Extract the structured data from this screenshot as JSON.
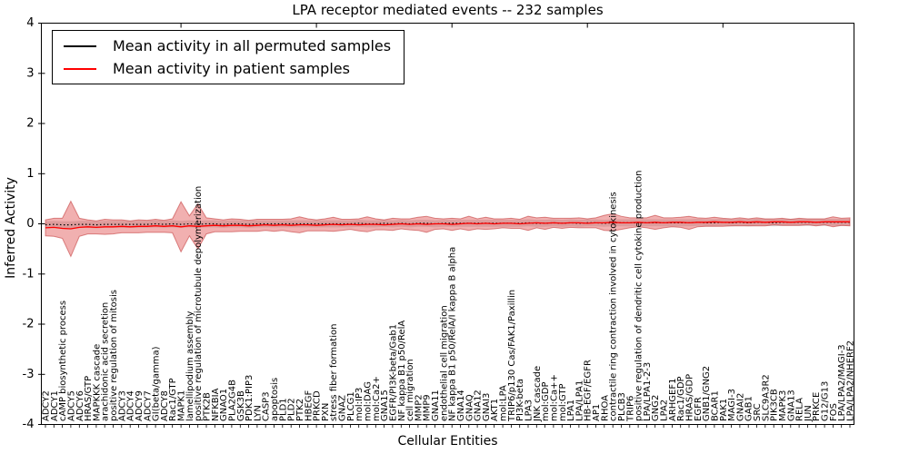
{
  "title": "LPA receptor mediated events -- 232 samples",
  "axes": {
    "ylabel": "Inferred Activity",
    "xlabel": "Cellular Entities",
    "ylim": [
      -4,
      4
    ],
    "yticks": [
      4,
      3,
      2,
      1,
      0,
      -1,
      -2,
      -3,
      -4
    ],
    "grid": false,
    "legend_position": "upper-left"
  },
  "legend": {
    "entries": [
      {
        "label": "Mean activity in all permuted samples",
        "color": "#000000"
      },
      {
        "label": "Mean activity in patient samples",
        "color": "#ff0000"
      }
    ]
  },
  "colors": {
    "patient_line": "#ff0000",
    "permuted_line": "#000000",
    "patient_band_fill": "#e05050",
    "patient_band_edge": "#c03030",
    "permuted_band_fill": "#bbbbbb",
    "frame": "#000000"
  },
  "chart_data": {
    "type": "line",
    "title": "LPA receptor mediated events -- 232 samples",
    "xlabel": "Cellular Entities",
    "ylabel": "Inferred Activity",
    "ylim": [
      -4,
      4
    ],
    "categories": [
      "ADCY2",
      "ADCY1",
      "cAMP biosynthetic process",
      "ADCY5",
      "ADCY6",
      "HRAS/GTP",
      "MAPKKK cascade",
      "arachidonic acid secretion",
      "positive regulation of mitosis",
      "ADCY3",
      "ADCY4",
      "ADCY9",
      "ADCY7",
      "GI(beta/gamma)",
      "ADCY8",
      "Rac1/GTP",
      "MAPK1",
      "lamellipodium assembly",
      "positive regulation of microtubule depolymerization",
      "PTK2B",
      "NFKBIA",
      "GNAO1",
      "PLA2G4B",
      "GSK3B",
      "PDK1:PIP3",
      "LYN",
      "CASP3",
      "apoptosis",
      "PLD1",
      "PLD2",
      "PTK2",
      "HBEGF",
      "PRKCD",
      "PXN",
      "stress fiber formation",
      "GNAZ",
      "PLCG1",
      "mol:IP3",
      "mol:DAG",
      "mol:Ca2+",
      "GNA15",
      "EGFR/PI3K-beta/Gab1",
      "NF kappa B1 p50/RelA",
      "cell migration",
      "MMP2",
      "MMP9",
      "GNA11",
      "endothelial cell migration",
      "NF kappa B1 p50/RelA/I kappa B alpha",
      "GNA14",
      "GNAQ",
      "GNA12",
      "GNAI3",
      "AKT1",
      "mol:LPA",
      "TRIP6/p130 Cas/FAK1/Paxillin",
      "PI3K-beta",
      "LPA3",
      "JNK cascade",
      "mol:GDP",
      "mol:Ca++",
      "mol:GTP",
      "LPA1",
      "LPA/LPA1",
      "HB-EGF/EGFR",
      "AP1",
      "RHOA",
      "contractile ring contraction involved in cytokinesis",
      "PLCB3",
      "TRIP6",
      "positive regulation of dendritic cell cytokine production",
      "LPA/LPA1-2-3",
      "GNG2",
      "LPA2",
      "ARHGEF1",
      "Rac1/GDP",
      "HRAS/GDP",
      "EGFR",
      "GNB1/GNG2",
      "BCAR1",
      "PAK1",
      "MAGI-3",
      "GNAI2",
      "GAB1",
      "SRC",
      "SLC9A3R2",
      "PIK3CB",
      "MAPK3",
      "GNA13",
      "RELA",
      "JUN",
      "PRKCE",
      "G12/G13",
      "FOS",
      "LPA/LPA2/MAGI-3",
      "LPA/LPA2/NHERF2"
    ],
    "series": [
      {
        "name": "Mean activity in all permuted samples",
        "color": "#000000",
        "values": [
          -0.02,
          -0.01,
          -0.02,
          -0.02,
          -0.01,
          -0.01,
          -0.02,
          -0.01,
          -0.01,
          -0.01,
          -0.01,
          -0.01,
          -0.01,
          0.0,
          -0.01,
          0.0,
          -0.01,
          0.0,
          -0.01,
          0.0,
          0.0,
          -0.01,
          0.0,
          0.0,
          -0.01,
          0.0,
          0.0,
          0.0,
          0.0,
          0.0,
          0.0,
          0.0,
          0.0,
          0.0,
          0.0,
          0.0,
          0.0,
          0.01,
          0.0,
          0.0,
          0.01,
          0.0,
          0.01,
          0.0,
          0.01,
          0.01,
          0.0,
          0.01,
          0.01,
          0.01,
          0.01,
          0.01,
          0.01,
          0.01,
          0.01,
          0.01,
          0.01,
          0.02,
          0.01,
          0.01,
          0.02,
          0.01,
          0.02,
          0.01,
          0.02,
          0.02,
          0.01,
          0.02,
          0.02,
          0.02,
          0.02,
          0.02,
          0.02,
          0.02,
          0.02,
          0.02,
          0.02,
          0.03,
          0.02,
          0.02,
          0.03,
          0.02,
          0.03,
          0.02,
          0.03,
          0.03,
          0.02,
          0.03,
          0.03,
          0.03,
          0.03,
          0.03,
          0.03,
          0.03,
          0.03,
          0.03
        ]
      },
      {
        "name": "Mean activity in patient samples",
        "color": "#ff0000",
        "values": [
          -0.08,
          -0.07,
          -0.09,
          -0.1,
          -0.07,
          -0.06,
          -0.07,
          -0.06,
          -0.06,
          -0.05,
          -0.06,
          -0.05,
          -0.05,
          -0.04,
          -0.05,
          -0.04,
          -0.06,
          -0.04,
          -0.05,
          -0.04,
          -0.03,
          -0.04,
          -0.03,
          -0.03,
          -0.04,
          -0.03,
          -0.02,
          -0.03,
          -0.02,
          -0.03,
          -0.02,
          -0.02,
          -0.03,
          -0.02,
          -0.01,
          -0.02,
          -0.01,
          -0.02,
          -0.01,
          -0.01,
          -0.02,
          -0.01,
          0.0,
          -0.01,
          0.0,
          -0.01,
          0.0,
          0.0,
          -0.01,
          0.0,
          0.01,
          0.0,
          0.01,
          0.0,
          0.01,
          0.01,
          0.0,
          0.01,
          0.02,
          0.01,
          0.02,
          0.01,
          0.02,
          0.02,
          0.01,
          0.02,
          0.02,
          0.03,
          0.02,
          0.02,
          0.03,
          0.02,
          0.03,
          0.02,
          0.03,
          0.03,
          0.02,
          0.03,
          0.03,
          0.04,
          0.03,
          0.03,
          0.04,
          0.03,
          0.04,
          0.03,
          0.04,
          0.04,
          0.03,
          0.04,
          0.04,
          0.03,
          0.04,
          0.04,
          0.04,
          0.04
        ]
      }
    ],
    "patient_band_halfwidth": [
      0.16,
      0.18,
      0.2,
      0.55,
      0.18,
      0.14,
      0.13,
      0.15,
      0.14,
      0.13,
      0.12,
      0.13,
      0.12,
      0.13,
      0.12,
      0.14,
      0.5,
      0.2,
      0.45,
      0.16,
      0.13,
      0.12,
      0.13,
      0.12,
      0.11,
      0.12,
      0.11,
      0.12,
      0.11,
      0.13,
      0.16,
      0.12,
      0.11,
      0.12,
      0.14,
      0.11,
      0.1,
      0.12,
      0.15,
      0.11,
      0.1,
      0.12,
      0.1,
      0.11,
      0.13,
      0.16,
      0.11,
      0.1,
      0.12,
      0.1,
      0.14,
      0.1,
      0.12,
      0.1,
      0.09,
      0.1,
      0.09,
      0.14,
      0.1,
      0.12,
      0.09,
      0.1,
      0.09,
      0.1,
      0.09,
      0.1,
      0.15,
      0.17,
      0.13,
      0.1,
      0.09,
      0.1,
      0.14,
      0.1,
      0.09,
      0.1,
      0.13,
      0.09,
      0.08,
      0.09,
      0.08,
      0.07,
      0.08,
      0.07,
      0.08,
      0.07,
      0.06,
      0.07,
      0.06,
      0.07,
      0.06,
      0.07,
      0.06,
      0.1,
      0.07,
      0.08
    ],
    "permuted_band_halfwidth": 0.07,
    "top_tick_indices": [
      16,
      32,
      48,
      64,
      80
    ]
  }
}
